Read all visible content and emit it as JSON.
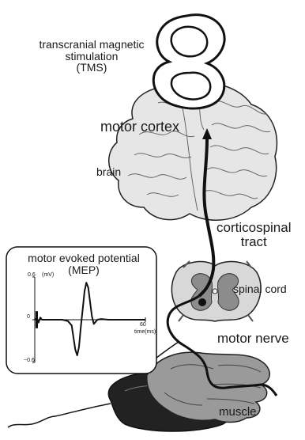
{
  "labels": {
    "tms": [
      "transcranial magnetic",
      "stimulation",
      "(TMS)"
    ],
    "motor_cortex": "motor cortex",
    "brain": "brain",
    "corticospinal_tract": [
      "corticospinal",
      "tract"
    ],
    "spinal_cord": "spinal cord",
    "motor_nerve": "motor nerve",
    "muscle": "muscle"
  },
  "mep": {
    "title": [
      "motor evoked potential",
      "(MEP)"
    ],
    "y_top": "0.6",
    "y_unit": "(mV)",
    "y_zero": "0",
    "y_bottom": "−0.6",
    "x_end": "60",
    "x_unit": "time(ms)"
  },
  "chart_data": {
    "type": "line",
    "xlabel": "time(ms)",
    "ylabel": "(mV)",
    "xlim": [
      0,
      60
    ],
    "ylim": [
      -0.6,
      0.6
    ],
    "series": [
      {
        "x": [
          0,
          1,
          2,
          3,
          4,
          5,
          15,
          18,
          20,
          21,
          22,
          23,
          24,
          25,
          26,
          27,
          28,
          29,
          30,
          31,
          32,
          33,
          34,
          36,
          40,
          50,
          60
        ],
        "y": [
          0,
          0.02,
          -0.04,
          0.03,
          0,
          0,
          0,
          -0.02,
          -0.08,
          -0.25,
          -0.42,
          -0.5,
          -0.38,
          -0.1,
          0.15,
          0.4,
          0.52,
          0.45,
          0.25,
          0.05,
          -0.06,
          -0.03,
          0,
          0.01,
          0,
          0,
          0
        ]
      }
    ]
  },
  "colors": {
    "ink": "#1a1a1a",
    "brain_fill": "#e6e6e6",
    "spinal_fill": "#d8d8d8",
    "hand_fill": "#9a9a9a",
    "mouse_fill": "#222222",
    "coil_fill": "#ffffff"
  }
}
